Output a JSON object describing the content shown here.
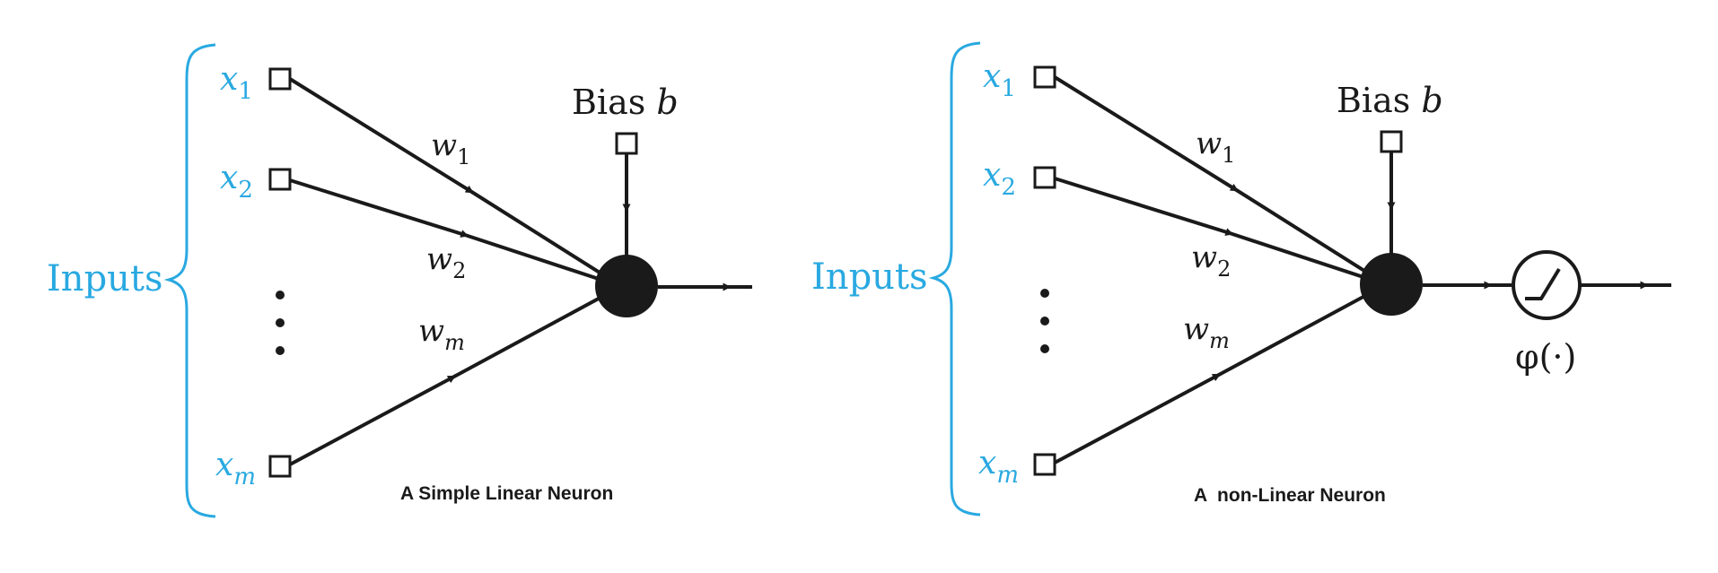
{
  "colors": {
    "input_text": "#29a9e1",
    "ink": "#1a1a1a"
  },
  "left_diagram": {
    "inputs_label": "Inputs",
    "x1_base": "x",
    "x1_sub": "1",
    "x2_base": "x",
    "x2_sub": "2",
    "xm_base": "x",
    "xm_sub": "m",
    "w1_base": "w",
    "w1_sub": "1",
    "w2_base": "w",
    "w2_sub": "2",
    "wm_base": "w",
    "wm_sub": "m",
    "bias_label": "Bias ",
    "bias_symbol": "b",
    "caption": "A Simple Linear Neuron"
  },
  "right_diagram": {
    "inputs_label": "Inputs",
    "x1_base": "x",
    "x1_sub": "1",
    "x2_base": "x",
    "x2_sub": "2",
    "xm_base": "x",
    "xm_sub": "m",
    "w1_base": "w",
    "w1_sub": "1",
    "w2_base": "w",
    "w2_sub": "2",
    "wm_base": "w",
    "wm_sub": "m",
    "bias_label": "Bias ",
    "bias_symbol": "b",
    "activation_label": "φ(·)",
    "caption": "A  non-Linear Neuron"
  }
}
